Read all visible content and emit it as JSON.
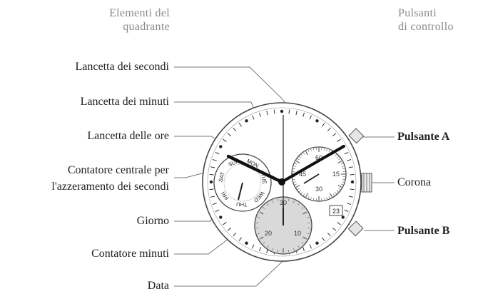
{
  "headers": {
    "left": [
      "Elementi del",
      "quadrante"
    ],
    "right": [
      "Pulsanti",
      "di controllo"
    ]
  },
  "left_labels": [
    "Lancetta dei secondi",
    "Lancetta dei minuti",
    "Lancetta delle ore",
    "Contatore centrale per",
    "l'azzeramento dei secondi",
    "Giorno",
    "Contatore minuti",
    "Data"
  ],
  "right_labels": {
    "pulsante_a": "Pulsante A",
    "corona": "Corona",
    "pulsante_b": "Pulsante B"
  },
  "dial": {
    "seconds_subdial": [
      "60",
      "15",
      "45",
      "30"
    ],
    "minutes_subdial": [
      "30",
      "20",
      "10"
    ],
    "day_subdial": [
      "SAT",
      "SUN",
      "MON",
      "TUE",
      "WED",
      "THU",
      "FRI"
    ],
    "date_window": "23"
  }
}
